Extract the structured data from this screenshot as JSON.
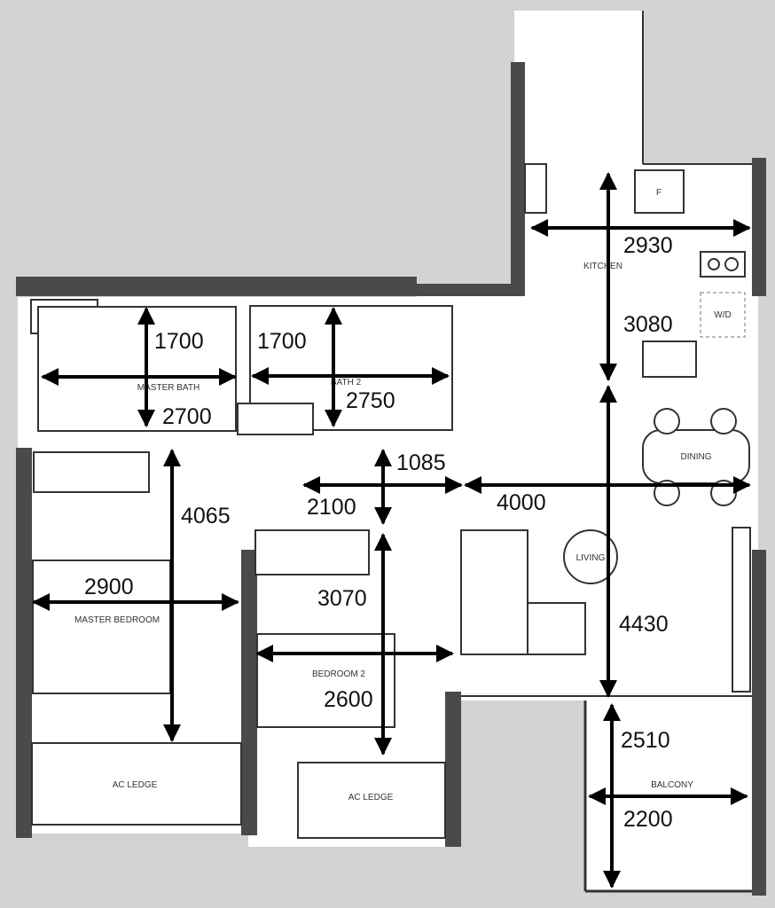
{
  "rooms": {
    "kitchen": "KITCHEN",
    "wd": "W/D",
    "fridge": "F",
    "master_bath": "MASTER BATH",
    "bath2": "BATH 2",
    "dining": "DINING",
    "living": "LIVING",
    "master_bedroom": "MASTER BEDROOM",
    "bedroom2": "BEDROOM 2",
    "ac_ledge_1": "AC LEDGE",
    "ac_ledge_2": "AC LEDGE",
    "balcony": "BALCONY"
  },
  "dimensions": {
    "kitchen_width": "2930",
    "kitchen_length": "3080",
    "master_bath_width": "1700",
    "master_bath_length": "2700",
    "bath2_width": "1700",
    "bath2_length": "2750",
    "corridor_width": "1085",
    "corridor_length": "2100",
    "dining_width": "4000",
    "master_bedroom_length": "4065",
    "master_bedroom_width": "2900",
    "bedroom2_length": "3070",
    "bedroom2_width": "2600",
    "living_length": "4430",
    "balcony_length": "2510",
    "balcony_width": "2200"
  },
  "colors": {
    "background": "#d3d3d3",
    "wall": "#4a4a4a",
    "floor": "#ffffff"
  }
}
